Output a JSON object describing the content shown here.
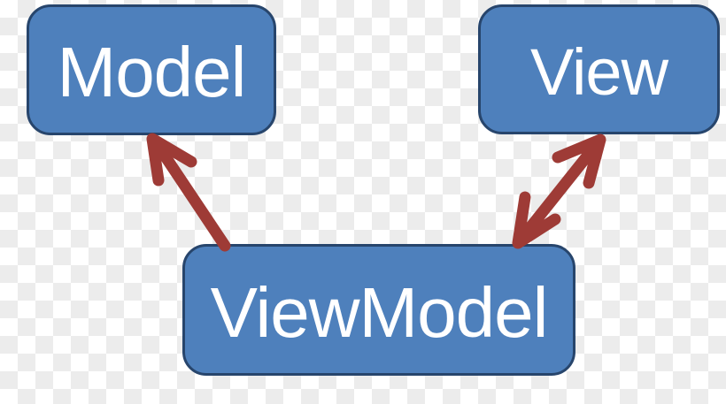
{
  "diagram": {
    "nodes": [
      {
        "id": "model",
        "label": "Model"
      },
      {
        "id": "view",
        "label": "View"
      },
      {
        "id": "viewmodel",
        "label": "ViewModel"
      }
    ],
    "edges": [
      {
        "from": "ViewModel",
        "to": "Model",
        "arrow": "single-headed"
      },
      {
        "from": "ViewModel",
        "to": "View",
        "arrow": "double-headed"
      }
    ],
    "colors": {
      "node_fill": "#4E80BC",
      "node_border": "#27456C",
      "node_text": "#FFFFFF",
      "arrow": "#9E3B36",
      "checker_light": "#FFFFFF",
      "checker_dark": "#ECECEC"
    }
  }
}
